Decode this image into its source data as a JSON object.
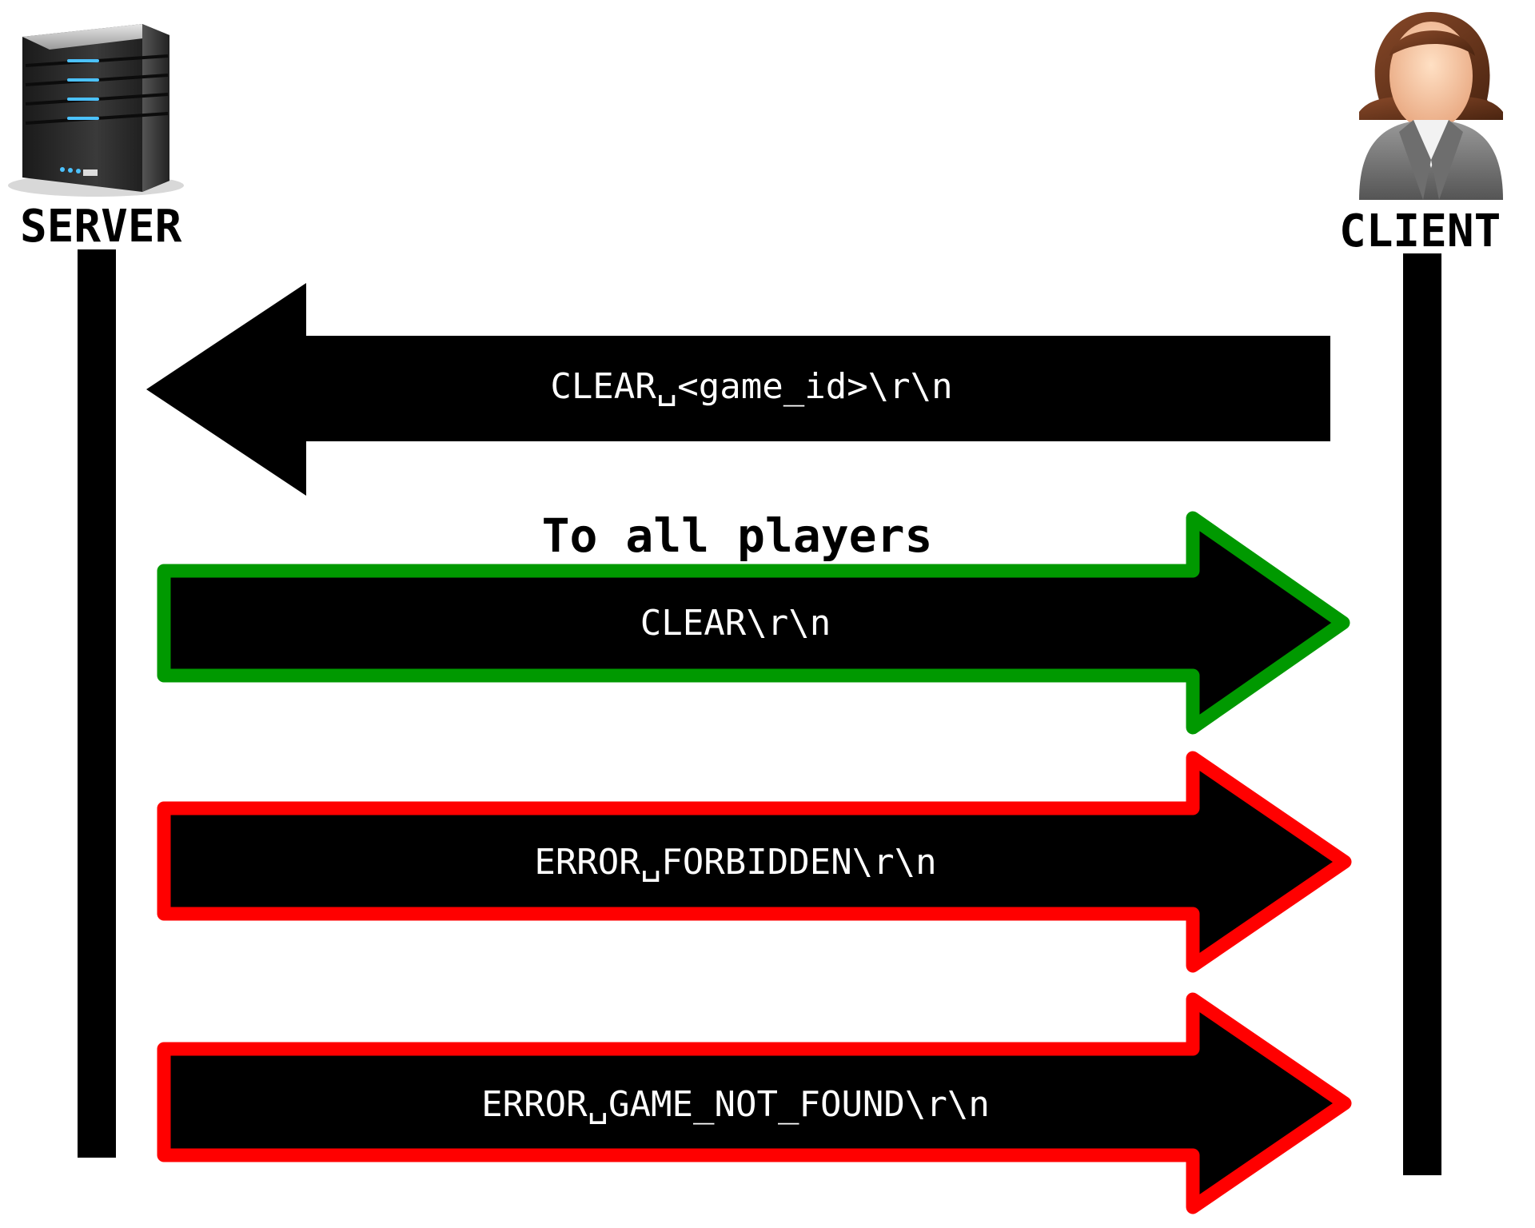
{
  "actors": {
    "server": {
      "label": "SERVER",
      "icon": "server-icon"
    },
    "client": {
      "label": "CLIENT",
      "icon": "user-avatar-icon"
    }
  },
  "messages": [
    {
      "id": "clear-request",
      "direction": "left",
      "text": "CLEAR␣<game_id>\\r\\n",
      "outline": "#000000"
    },
    {
      "id": "clear-broadcast",
      "direction": "right",
      "text": "CLEAR\\r\\n",
      "outline": "#009900",
      "note": "To all players"
    },
    {
      "id": "error-forbidden",
      "direction": "right",
      "text": "ERROR␣FORBIDDEN\\r\\n",
      "outline": "#ff0000"
    },
    {
      "id": "error-game-not-found",
      "direction": "right",
      "text": "ERROR␣GAME_NOT_FOUND\\r\\n",
      "outline": "#ff0000"
    }
  ],
  "colors": {
    "lifeline": "#000000",
    "arrow_fill": "#000000",
    "success": "#009900",
    "error": "#ff0000"
  }
}
